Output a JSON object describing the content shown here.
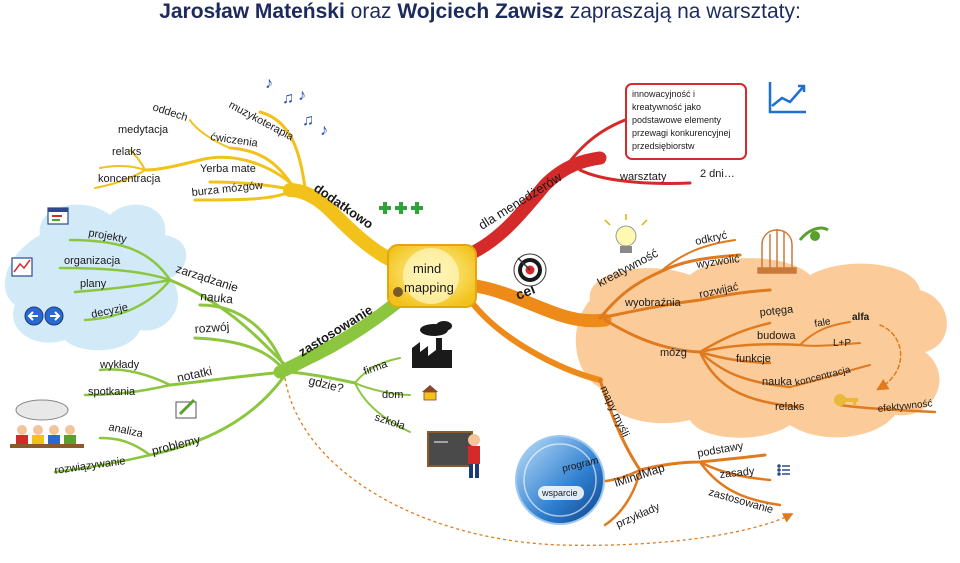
{
  "header": {
    "person1": "Jarosław Mateński",
    "connector": "oraz",
    "person2": "Wojciech Zawisz",
    "invitation": "zapraszają na warsztaty:"
  },
  "center": {
    "line1": "mind",
    "line2": "mapping"
  },
  "branches": {
    "dodatkowo": {
      "label": "dodatkowo",
      "children": [
        "oddech",
        "medytacja",
        "relaks",
        "koncentracja",
        "muzykoterapia",
        "ćwiczenia",
        "Yerba mate",
        "burza mózgów"
      ]
    },
    "zastosowanie": {
      "label": "zastosowanie",
      "zarzadzanie": {
        "label": "zarządzanie",
        "children": [
          "projekty",
          "organizacja",
          "plany",
          "decyzje"
        ]
      },
      "children": [
        "nauka",
        "rozwój"
      ],
      "notatki": {
        "label": "notatki",
        "children": [
          "wykłady",
          "spotkania"
        ]
      },
      "problemy": {
        "label": "problemy",
        "children": [
          "analiza",
          "rozwiązywanie"
        ]
      },
      "gdzie": {
        "label": "gdzie?",
        "children": [
          "firma",
          "dom",
          "szkoła"
        ]
      }
    },
    "dla_menedzerow": {
      "label": "dla menedżerów",
      "note": [
        "innowacyjność i",
        "kreatywność jako",
        "podstawowe elementy",
        "przewagi konkurencyjnej",
        "przedsiębiorstw"
      ],
      "warsztaty": {
        "label": "warsztaty",
        "value": "2 dni…"
      }
    },
    "cel": {
      "label": "cel",
      "kreatywnosc": {
        "label": "kreatywność",
        "children": [
          "odkryć",
          "wyzwolić"
        ]
      },
      "wyobraznia": {
        "label": "wyobraźnia",
        "children": [
          "rozwijać"
        ]
      },
      "mozg": {
        "label": "mózg",
        "children": [
          "potęga",
          "budowa",
          "funkcje",
          "nauka",
          "relaks"
        ],
        "fale": "fale",
        "fale_children": [
          "alfa",
          "L+P"
        ],
        "koncentracja": "koncentracja",
        "efektywnosc": "efektywność"
      }
    },
    "mapy_mysli": {
      "label": "mapy myśli",
      "imindmap": {
        "label": "iMindMap",
        "children": [
          "podstawy",
          "zasady",
          "zastosowanie"
        ]
      },
      "disc": [
        "program",
        "wsparcie"
      ],
      "przyklady": "przykłady"
    }
  },
  "icons": [
    "music-notes-icon",
    "plus-icon",
    "growth-chart-icon",
    "window-icon",
    "calendar-icon",
    "arrows-icon",
    "pencil-icon",
    "factory-icon",
    "house-icon",
    "teacher-icon",
    "lightbulb-icon",
    "birdcage-icon",
    "target-icon",
    "key-icon",
    "list-icon",
    "team-icon"
  ],
  "colors": {
    "title": "#1d2b5c",
    "yellow_center": "#f2c21a",
    "orange_branch": "#ee8a18",
    "red_branch": "#d42a2a",
    "green_branch": "#8cc63f",
    "cloud_blue": "#d2eaf8",
    "cloud_orange": "#fbcc99",
    "text": "#1a1a1a"
  }
}
